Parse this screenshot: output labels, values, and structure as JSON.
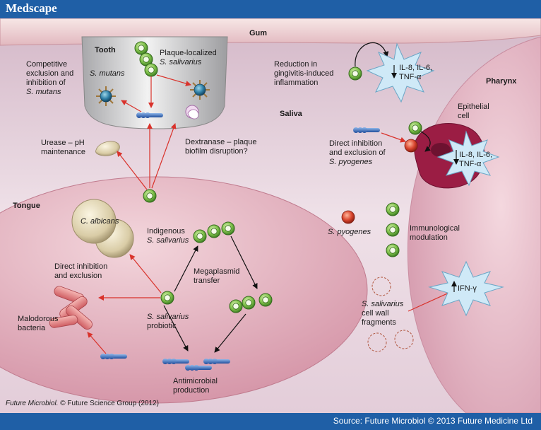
{
  "header": {
    "brand": "Medscape"
  },
  "footer": {
    "source": "Source: Future Microbiol © 2013 Future Medicine Ltd"
  },
  "citation": {
    "journal": "Future Microbiol.",
    "rest": "© Future Science Group (2012)"
  },
  "regions": {
    "gum": "Gum",
    "tooth": "Tooth",
    "tongue": "Tongue",
    "saliva": "Saliva",
    "pharynx": "Pharynx"
  },
  "labels": {
    "competitive": [
      "Competitive",
      "exclusion and",
      "inhibition of"
    ],
    "competitive_species": "S. mutans",
    "s_mutans": "S. mutans",
    "plaque": "Plaque-localized",
    "plaque_species": "S. salivarius",
    "urease": [
      "Urease – pH",
      "maintenance"
    ],
    "dextranase": [
      "Dextranase – plaque",
      "biofilm disruption?"
    ],
    "reduction": [
      "Reduction in",
      "gingivitis-induced",
      "inflammation"
    ],
    "cytokines": [
      "IL-8, IL-6,",
      "TNF-α"
    ],
    "epithelial": [
      "Epithelial",
      "cell"
    ],
    "direct_pyogenes": [
      "Direct inhibition",
      "and exclusion of"
    ],
    "direct_pyogenes_species": "S. pyogenes",
    "s_pyogenes": "S. pyogenes",
    "immuno": [
      "Immunological",
      "modulation"
    ],
    "c_albicans": "C. albicans",
    "indigenous": "Indigenous",
    "indigenous_species": "S. salivarius",
    "direct_tongue": [
      "Direct inhibition",
      "and exclusion"
    ],
    "megaplasmid": [
      "Megaplasmid",
      "transfer"
    ],
    "malodorous": [
      "Malodorous",
      "bacteria"
    ],
    "probiotic_species": "S. salivarius",
    "probiotic": "probiotic",
    "antimicrobial": [
      "Antimicrobial",
      "production"
    ],
    "cellwall_species": "S. salivarius",
    "cellwall": [
      "cell wall",
      "fragments"
    ],
    "ifn": "IFN-γ"
  },
  "colors": {
    "header": "#1f5fa6",
    "background": "#e7d2dc",
    "tissue": "#d8a5b3",
    "green_cell": "#7fc14a",
    "arrow": "#d9322b",
    "starburst": "#cfe9f7",
    "pyogenes": "#d9452e",
    "epithelial": "#9b1d44"
  },
  "icons": [
    "green-cocci-icon",
    "red-coccus-icon",
    "blue-rod-icon",
    "starburst-icon",
    "yeast-icon",
    "pink-rod-icon",
    "mutans-cell-icon"
  ]
}
